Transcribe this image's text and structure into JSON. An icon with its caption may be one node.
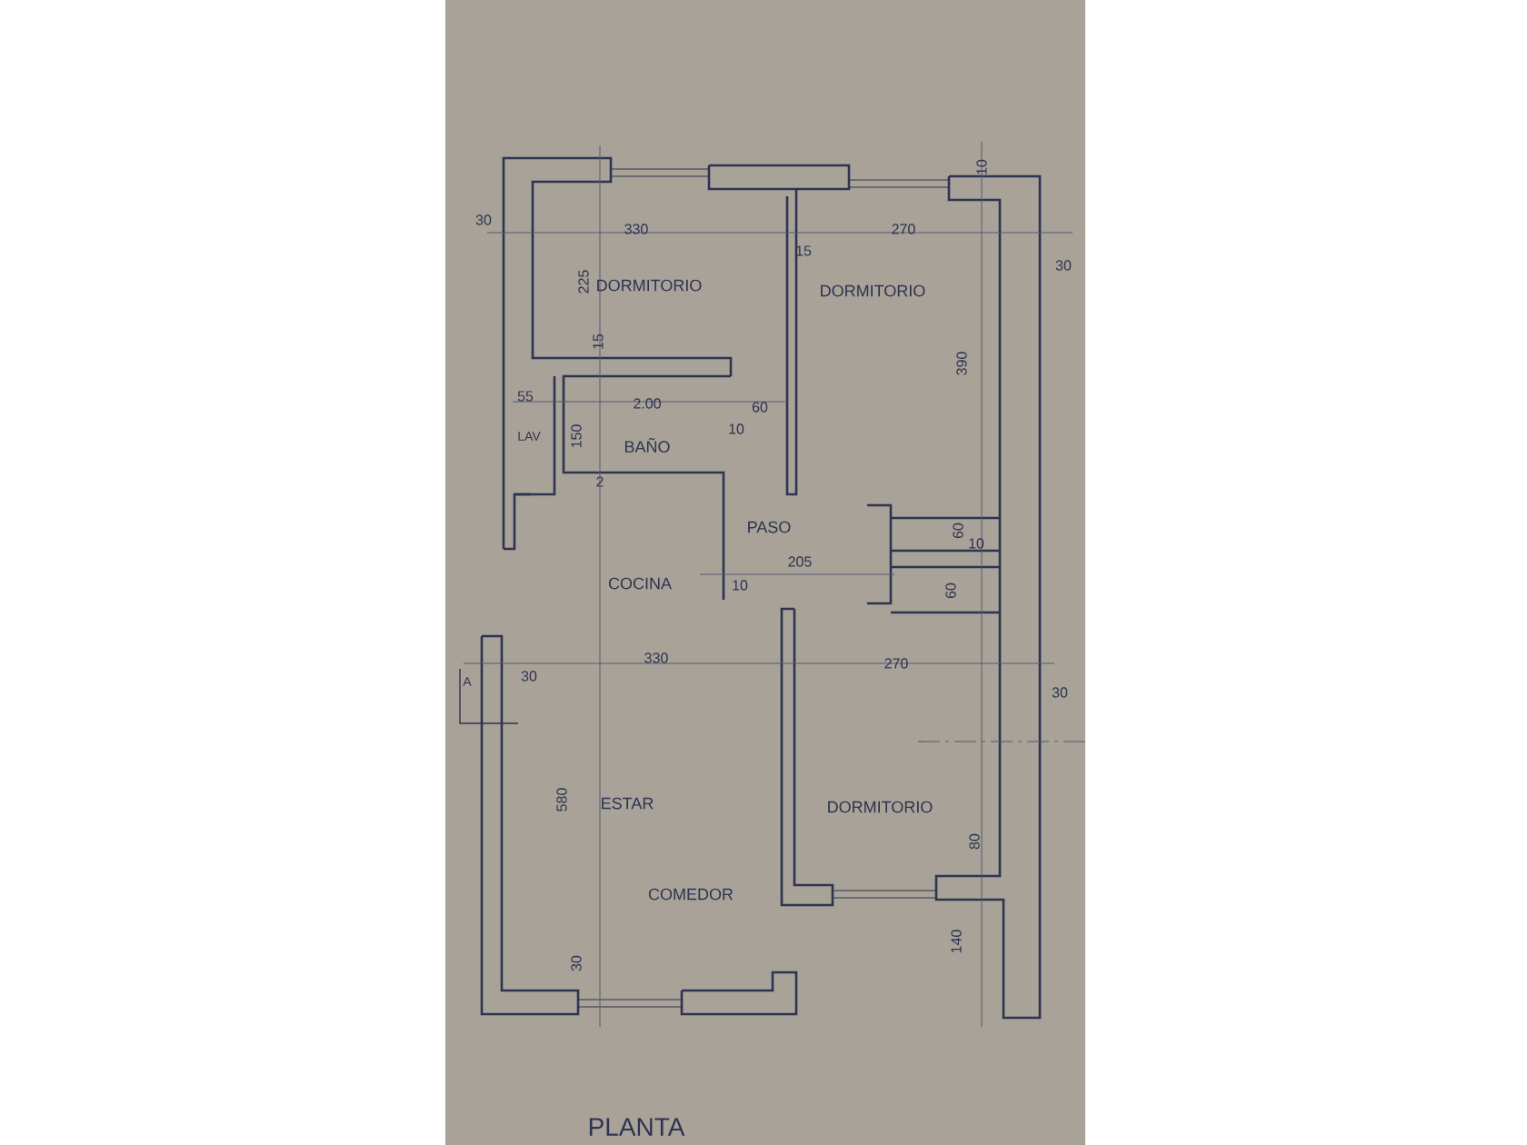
{
  "diagram": {
    "labels": [
      "10",
      "30",
      "330",
      "270",
      "15",
      "30",
      "225",
      "DORMITORIO",
      "DORMITORIO",
      "390",
      "15",
      "55",
      "2.00",
      "60",
      "10",
      "LAV",
      "150",
      "BAÑO",
      "2",
      "PASO",
      "60",
      "10",
      "COCINA",
      "10",
      "205",
      "60",
      "A",
      "330",
      "270",
      "30",
      "30",
      "580",
      "ESTAR",
      "DORMITORIO",
      "80",
      "COMEDOR",
      "30",
      "140",
      "PLANTA"
    ]
  }
}
